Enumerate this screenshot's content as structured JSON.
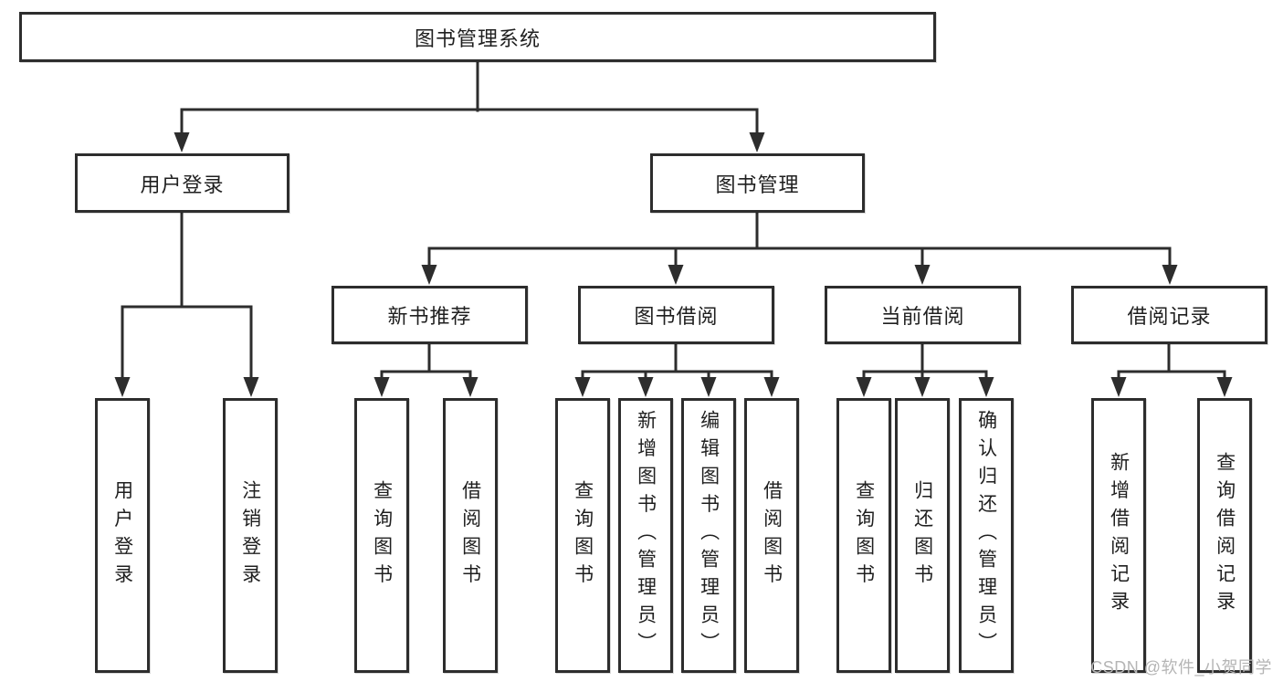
{
  "colors": {
    "line": "#2d2d2d",
    "box_border": "#2d2d2d",
    "text": "#1f1f1f",
    "background": "#ffffff",
    "watermark": "#b5b5b5"
  },
  "tree": {
    "root": {
      "label": "图书管理系统",
      "children": [
        {
          "label": "用户登录",
          "children": [
            {
              "label": "用户登录"
            },
            {
              "label": "注销登录"
            }
          ]
        },
        {
          "label": "图书管理",
          "children": [
            {
              "label": "新书推荐",
              "children": [
                {
                  "label": "查询图书"
                },
                {
                  "label": "借阅图书"
                }
              ]
            },
            {
              "label": "图书借阅",
              "children": [
                {
                  "label": "查询图书"
                },
                {
                  "label": "新增图书（管理员）"
                },
                {
                  "label": "编辑图书（管理员）"
                },
                {
                  "label": "借阅图书"
                }
              ]
            },
            {
              "label": "当前借阅",
              "children": [
                {
                  "label": "查询图书"
                },
                {
                  "label": "归还图书"
                },
                {
                  "label": "确认归还（管理员）"
                }
              ]
            },
            {
              "label": "借阅记录",
              "children": [
                {
                  "label": "新增借阅记录"
                },
                {
                  "label": "查询借阅记录"
                }
              ]
            }
          ]
        }
      ]
    }
  },
  "watermark": {
    "text": "CSDN @软件_小贺同学"
  }
}
